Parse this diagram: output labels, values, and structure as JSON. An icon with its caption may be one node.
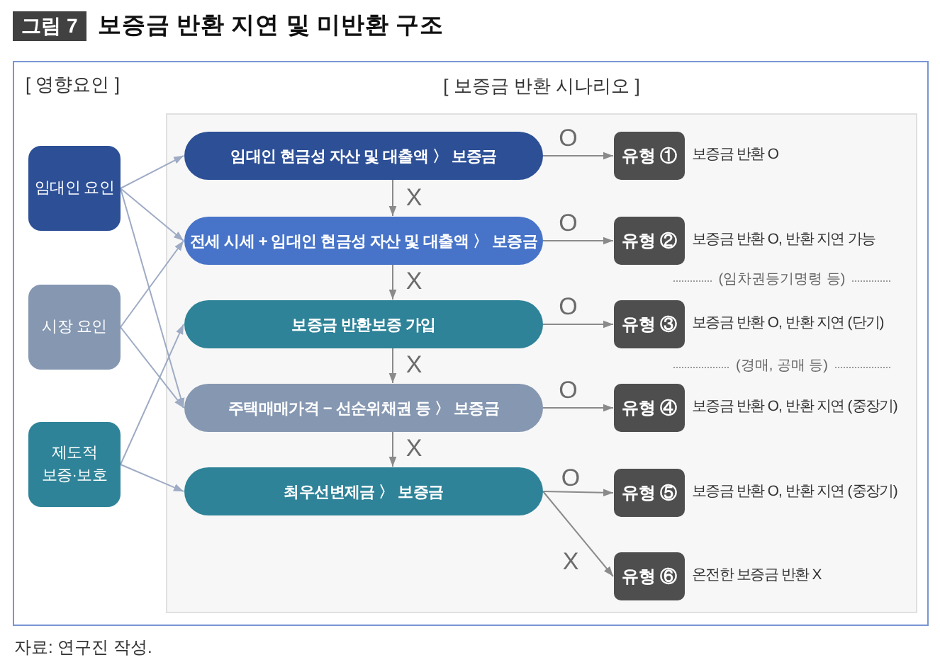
{
  "diagram": {
    "title": "보증금 반환 지연 및 미반환 구조",
    "caption": "자료: 연구진 작성.",
    "nodes": [
      {
        "text": [
          "임대인 요인"
        ]
      },
      {
        "text": [
          "시장 요인"
        ]
      },
      {
        "text": [
          "제도적 보증·보호"
        ]
      },
      {
        "text": [
          "[ 보증금 반환 시나리오 ]"
        ]
      },
      {
        "text": [
          "임대인 현금성 자산 및 대출액 〉 보증금"
        ],
        "in": 3
      },
      {
        "text": [
          "전세 시세 + 임대인 현금성 자산 및 대출액 〉 보증금"
        ],
        "in": 3
      },
      {
        "text": [
          "보증금 반환보증 가입"
        ],
        "in": 3
      },
      {
        "text": [
          "주택매매가격 − 선순위채권 등 〉 보증금"
        ],
        "in": 3
      },
      {
        "text": [
          "최우선변제금 〉 보증금"
        ],
        "in": 3
      },
      {
        "text": [
          "유형 ①"
        ],
        "beside": [
          "보증금 반환 O"
        ],
        "in": 3
      },
      {
        "text": [
          "유형 ②"
        ],
        "beside": [
          "보증금 반환 O, 반환 지연 가능"
        ],
        "in": 3
      },
      {
        "text": [
          "유형 ③"
        ],
        "beside": [
          "보증금 반환 O, 반환 지연 (단기)"
        ],
        "in": 3
      },
      {
        "text": [
          "유형 ④"
        ],
        "beside": [
          "보증금 반환 O, 반환 지연 (중장기)"
        ],
        "in": 3
      },
      {
        "text": [
          "유형 ⑤"
        ],
        "beside": [
          "보증금 반환 O, 반환 지연 (중장기)"
        ],
        "in": 3
      },
      {
        "text": [
          "유형 ⑥"
        ],
        "beside": [
          "온전한 보증금 반환 X"
        ],
        "in": 3
      }
    ],
    "edges": [
      {
        "from": 0,
        "to": 4,
        "arrow": "to",
        "color": "#9eabc4"
      },
      {
        "from": 0,
        "to": 5,
        "arrow": "to",
        "color": "#9eabc4"
      },
      {
        "from": 0,
        "to": 7,
        "arrow": "to",
        "color": "#9eabc4"
      },
      {
        "from": 1,
        "to": 5,
        "arrow": "to",
        "color": "#9eabc4"
      },
      {
        "from": 1,
        "to": 7,
        "arrow": "to",
        "color": "#9eabc4"
      },
      {
        "from": 2,
        "to": 6,
        "arrow": "to",
        "color": "#9eabc4"
      },
      {
        "from": 2,
        "to": 8,
        "arrow": "to",
        "color": "#9eabc4"
      },
      {
        "from": 4,
        "to": 5,
        "arrow": "to",
        "label": "X"
      },
      {
        "from": 5,
        "to": 6,
        "arrow": "to",
        "label": "X"
      },
      {
        "from": 6,
        "to": 7,
        "arrow": "to",
        "label": "X"
      },
      {
        "from": 7,
        "to": 8,
        "arrow": "to",
        "label": "X"
      },
      {
        "from": 4,
        "to": 9,
        "arrow": "to",
        "label": "O"
      },
      {
        "from": 5,
        "to": 10,
        "arrow": "to",
        "label": "O"
      },
      {
        "from": 6,
        "to": 11,
        "arrow": "to",
        "label": "O"
      },
      {
        "from": 7,
        "to": 12,
        "arrow": "to",
        "label": "O"
      },
      {
        "from": 8,
        "to": 13,
        "arrow": "to",
        "label": "O"
      },
      {
        "from": 8,
        "to": 14,
        "arrow": "to",
        "label": "X"
      }
    ],
    "labels": [
      "그림 7",
      "[ 영향요인 ]",
      "(임차권등기명령 등)",
      "(경매, 공매 등)"
    ]
  }
}
